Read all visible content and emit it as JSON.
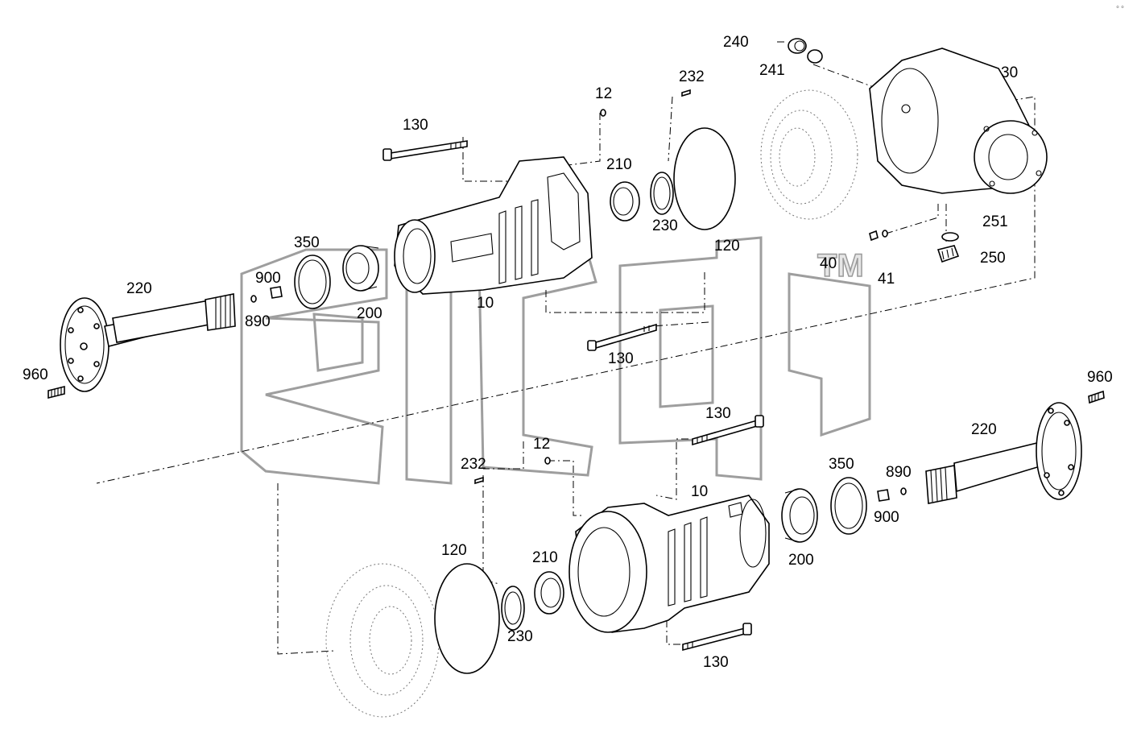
{
  "watermark": {
    "brand_mark": "TM"
  },
  "corner_marker": "°°",
  "callouts": {
    "upper": {
      "c240": "240",
      "c241": "241",
      "c30": "30",
      "c251": "251",
      "c250": "250",
      "c40": "40",
      "c41": "41",
      "c232": "232",
      "c12": "12",
      "c130a": "130",
      "c210": "210",
      "c230": "230",
      "c120": "120",
      "c350": "350",
      "c900": "900",
      "c220": "220",
      "c890": "890",
      "c200": "200",
      "c10": "10",
      "c130b": "130",
      "c960": "960"
    },
    "lower": {
      "c960": "960",
      "c130a": "130",
      "c220": "220",
      "c12": "12",
      "c232": "232",
      "c350": "350",
      "c890": "890",
      "c10": "10",
      "c900": "900",
      "c120": "120",
      "c210": "210",
      "c200": "200",
      "c230": "230",
      "c130b": "130"
    }
  }
}
